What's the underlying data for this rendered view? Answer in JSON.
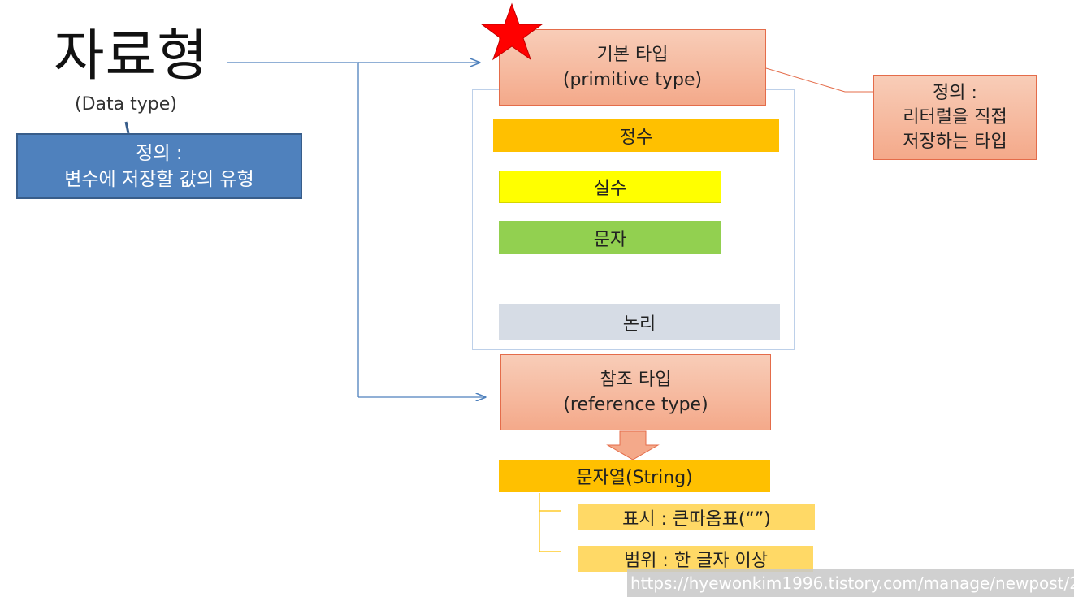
{
  "title": "자료형",
  "subtitle": "(Data type)",
  "definition": {
    "line1": "정의 :",
    "line2": "변수에 저장할 값의 유형"
  },
  "primitive": {
    "line1": "기본 타입",
    "line2": "(primitive type)"
  },
  "primitive_definition": {
    "line1": "정의 :",
    "line2": "리터럴을 직접",
    "line3": "저장하는 타입"
  },
  "primitive_types": [
    "정수",
    "실수",
    "문자",
    "논리"
  ],
  "reference": {
    "line1": "참조 타입",
    "line2": "(reference type)"
  },
  "string_box": "문자열(String)",
  "string_notes": [
    "표시 : 큰따옴표(“”)",
    "범위 : 한 글자 이상"
  ],
  "watermark": "https://hyewonkim1996.tistory.com/manage/newpost/2",
  "colors": {
    "star": "#ff0000",
    "definition_box": "#4f81bd",
    "salmon": "#f4a98a",
    "int": "#ffc000",
    "real": "#ffff00",
    "char": "#92d050",
    "bool": "#d6dce5",
    "note": "#ffd966"
  }
}
